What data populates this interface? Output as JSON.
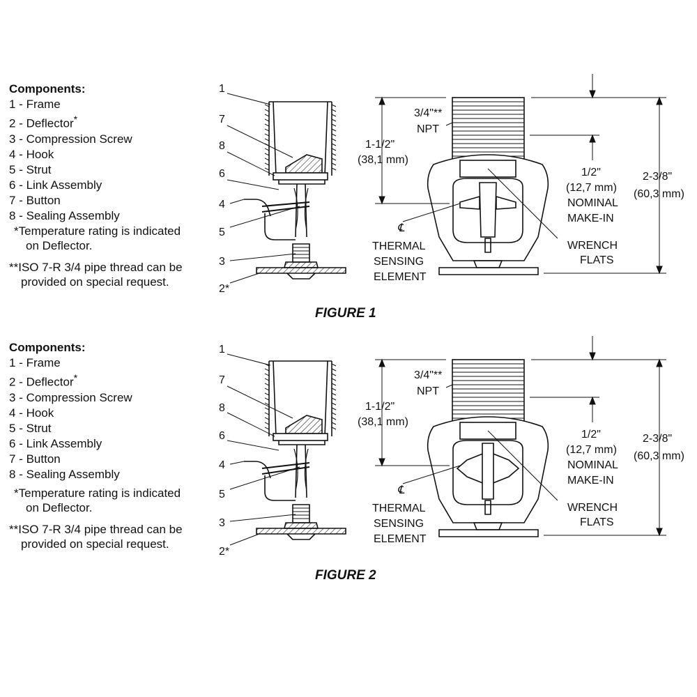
{
  "figures": [
    {
      "caption": "FIGURE 1",
      "components_title": "Components:",
      "components": [
        {
          "num": "1",
          "name": "Frame"
        },
        {
          "num": "2",
          "name": "Deflector",
          "mark": "*"
        },
        {
          "num": "3",
          "name": "Compression Screw"
        },
        {
          "num": "4",
          "name": "Hook"
        },
        {
          "num": "5",
          "name": "Strut"
        },
        {
          "num": "6",
          "name": "Link Assembly"
        },
        {
          "num": "7",
          "name": "Button"
        },
        {
          "num": "8",
          "name": "Sealing Assembly"
        }
      ],
      "note1_line1": "*Temperature rating is indicated",
      "note1_line2": "on Deflector.",
      "note2_line1": "**ISO 7-R 3/4 pipe thread can be",
      "note2_line2": "provided on special request.",
      "callouts": [
        "1",
        "7",
        "8",
        "6",
        "4",
        "5",
        "3",
        "2*"
      ],
      "dims": {
        "npt_a": "3/4\"**",
        "npt_b": "NPT",
        "h15_a": "1-1/2\"",
        "h15_b": "(38,1 mm)",
        "h238_a": "2-3/8\"",
        "h238_b": "(60,3 mm)",
        "mk_a": "1/2\"",
        "mk_b": "(12,7 mm)",
        "mk_c": "NOMINAL",
        "mk_d": "MAKE-IN",
        "wr_a": "WRENCH",
        "wr_b": "FLATS",
        "cl": "℄",
        "th_a": "THERMAL",
        "th_b": "SENSING",
        "th_c": "ELEMENT"
      }
    },
    {
      "caption": "FIGURE 2",
      "components_title": "Components:",
      "components": [
        {
          "num": "1",
          "name": "Frame"
        },
        {
          "num": "2",
          "name": "Deflector",
          "mark": "*"
        },
        {
          "num": "3",
          "name": "Compression Screw"
        },
        {
          "num": "4",
          "name": "Hook"
        },
        {
          "num": "5",
          "name": "Strut"
        },
        {
          "num": "6",
          "name": "Link Assembly"
        },
        {
          "num": "7",
          "name": "Button"
        },
        {
          "num": "8",
          "name": "Sealing Assembly"
        }
      ],
      "note1_line1": "*Temperature rating is indicated",
      "note1_line2": "on Deflector.",
      "note2_line1": "**ISO 7-R 3/4 pipe thread can be",
      "note2_line2": "provided on special request.",
      "callouts": [
        "1",
        "7",
        "8",
        "6",
        "4",
        "5",
        "3",
        "2*"
      ],
      "dims": {
        "npt_a": "3/4\"**",
        "npt_b": "NPT",
        "h15_a": "1-1/2\"",
        "h15_b": "(38,1 mm)",
        "h238_a": "2-3/8\"",
        "h238_b": "(60,3 mm)",
        "mk_a": "1/2\"",
        "mk_b": "(12,7 mm)",
        "mk_c": "NOMINAL",
        "mk_d": "MAKE-IN",
        "wr_a": "WRENCH",
        "wr_b": "FLATS",
        "cl": "℄",
        "th_a": "THERMAL",
        "th_b": "SENSING",
        "th_c": "ELEMENT"
      }
    }
  ]
}
